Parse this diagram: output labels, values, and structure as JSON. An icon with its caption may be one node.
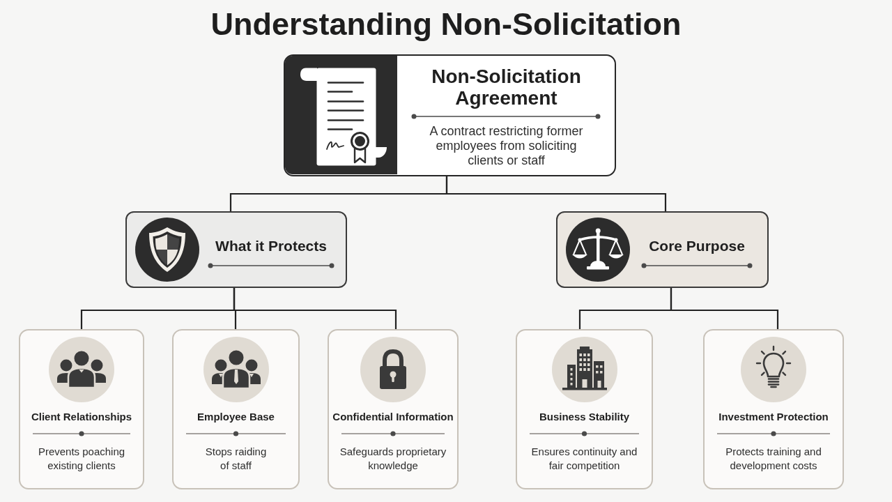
{
  "diagram": {
    "title": "Understanding Non-Solicitation",
    "nodes": [
      {
        "text": [
          "Non-Solicitation Agreement",
          "A contract restricting former employees from soliciting clients or staff"
        ]
      },
      {
        "text": [
          "What it Protects"
        ]
      },
      {
        "text": [
          "Core Purpose"
        ]
      },
      {
        "text": [
          "Client Relationships",
          "Prevents poaching existing clients"
        ]
      },
      {
        "text": [
          "Employee Base",
          "Stops raiding of staff"
        ]
      },
      {
        "text": [
          "Confidential Information",
          "Safeguards proprietary knowledge"
        ]
      },
      {
        "text": [
          "Business Stability",
          "Ensures continuity and fair competition"
        ]
      },
      {
        "text": [
          "Investment Protection",
          "Protects training and development costs"
        ]
      }
    ],
    "edges": [
      {
        "from": 0,
        "to": 1,
        "arrow": "none"
      },
      {
        "from": 0,
        "to": 2,
        "arrow": "none"
      },
      {
        "from": 1,
        "to": 3,
        "arrow": "none"
      },
      {
        "from": 1,
        "to": 4,
        "arrow": "none"
      },
      {
        "from": 1,
        "to": 5,
        "arrow": "none"
      },
      {
        "from": 2,
        "to": 6,
        "arrow": "none"
      },
      {
        "from": 2,
        "to": 7,
        "arrow": "none"
      }
    ]
  }
}
